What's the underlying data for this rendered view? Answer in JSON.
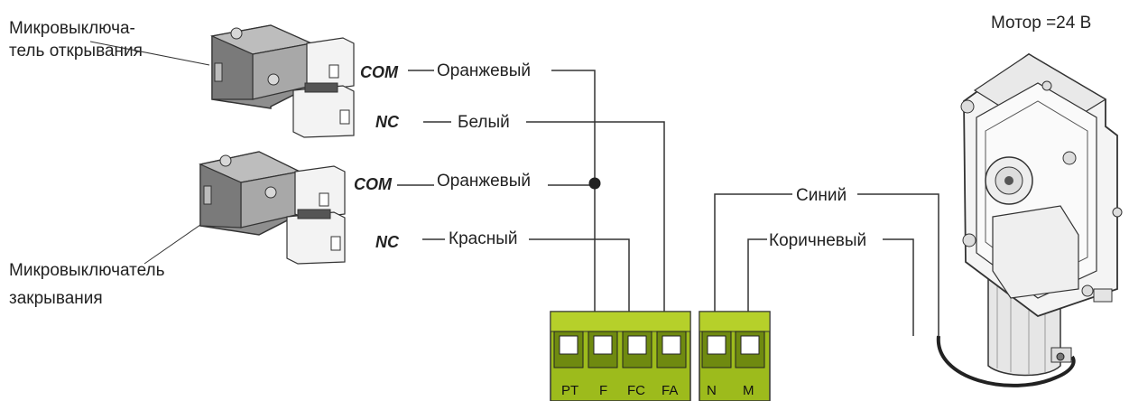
{
  "labels": {
    "open_switch": [
      "Микровыключа-",
      "тель открывания"
    ],
    "close_switch": [
      "Микровыключатель",
      "закрывания"
    ],
    "motor": "Мотор =24 В"
  },
  "pins": {
    "com1": "COM",
    "nc1": "NC",
    "com2": "COM",
    "nc2": "NC"
  },
  "wires": {
    "orange1": "Оранжевый",
    "white": "Белый",
    "orange2": "Оранжевый",
    "red": "Красный",
    "blue": "Синий",
    "brown": "Коричневый"
  },
  "terminals": {
    "block1": [
      "PT",
      "F",
      "FC",
      "FA"
    ],
    "block2": [
      "N",
      "M"
    ]
  },
  "colors": {
    "terminal_fill": "#9dbb1c",
    "terminal_dark": "#6f8a10",
    "switch_body": "#9a9a9a",
    "wire": "#333333"
  }
}
